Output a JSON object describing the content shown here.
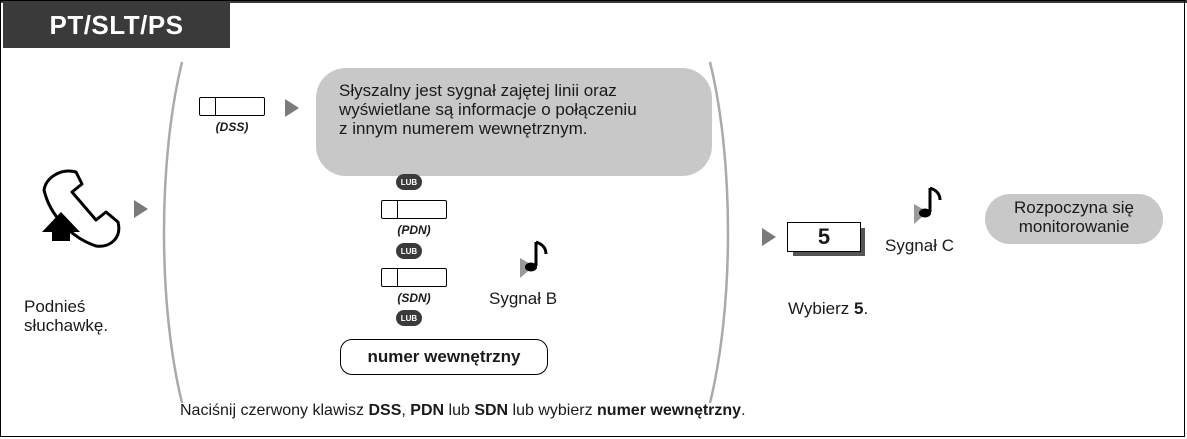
{
  "header": {
    "title": "PT/SLT/PS"
  },
  "step1": {
    "label_line1": "Podnieś",
    "label_line2": "słuchawkę."
  },
  "options": {
    "dss_label": "(DSS)",
    "bubble_line1": "Słyszalny jest sygnał zajętej linii oraz",
    "bubble_line2": "wyświetlane są informacje o połączeniu",
    "bubble_line3": "z innym numerem wewnętrznym.",
    "lub": "LUB",
    "pdn_label": "(PDN)",
    "sdn_label": "(SDN)",
    "tone_b": "Sygnał B",
    "extension_box": "numer wewnętrzny"
  },
  "step3": {
    "key": "5",
    "tone_c": "Sygnał C",
    "result_line1": "Rozpoczyna się",
    "result_line2": "monitorowanie",
    "label_prefix": "Wybierz ",
    "label_bold": "5",
    "label_suffix": "."
  },
  "footer": {
    "part1": "Naciśnij czerwony klawisz ",
    "dss": "DSS",
    "sep1": ", ",
    "pdn": "PDN",
    "sep2": " lub ",
    "sdn": "SDN",
    "sep3": " lub wybierz ",
    "ext": "numer wewnętrzny",
    "end": "."
  },
  "colors": {
    "dark": "#3a3a3a",
    "bubble": "#c8c8c8",
    "arrow": "#7a7a7a"
  }
}
